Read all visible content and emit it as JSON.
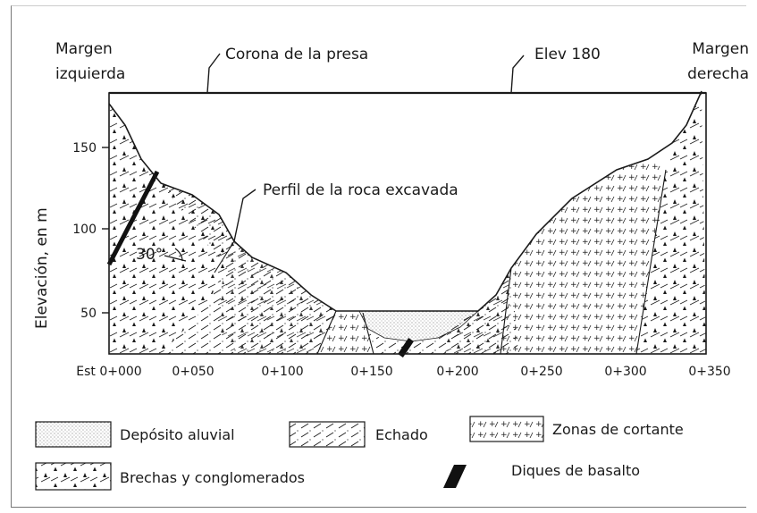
{
  "labels": {
    "left_bank": [
      "Margen",
      "izquierda"
    ],
    "right_bank": [
      "Margen",
      "derecha"
    ],
    "crest": "Corona de la presa",
    "elevation": "Elev 180",
    "rock_profile": "Perfil de la roca excavada",
    "angle": "30°",
    "y_axis": "Elevación, en m"
  },
  "y_ticks": [
    "150",
    "100",
    "50"
  ],
  "x_ticks": [
    "Est 0+000",
    "0+050",
    "0+100",
    "0+150",
    "0+200",
    "0+250",
    "0+300",
    "0+350"
  ],
  "legend": {
    "aluvial": "Depósito aluvial",
    "echado": "Echado",
    "cortante": "Zonas de cortante",
    "brechas": "Brechas y conglomerados",
    "diques": "Diques de basalto"
  },
  "colors": {
    "ink": "#1a1a1a",
    "background": "#ffffff",
    "frame": "#777777"
  }
}
